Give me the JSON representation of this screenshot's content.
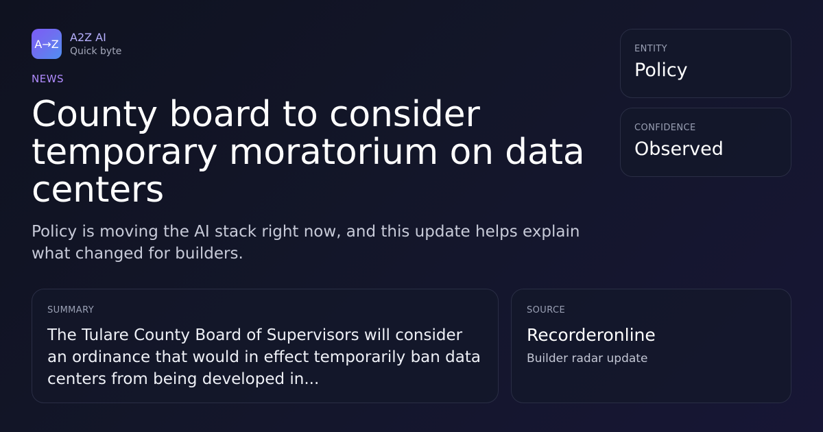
{
  "brand": {
    "logo_text": "A→Z",
    "name": "A2Z AI",
    "subtitle": "Quick byte"
  },
  "article": {
    "kicker": "NEWS",
    "headline": "County board to consider temporary moratorium on data centers",
    "dek": "Policy is moving the AI stack right now, and this update helps explain what changed for builders."
  },
  "entity": {
    "label": "ENTITY",
    "value": "Policy"
  },
  "confidence": {
    "label": "CONFIDENCE",
    "value": "Observed"
  },
  "summary": {
    "label": "SUMMARY",
    "text": "The Tulare County Board of Supervisors will consider an ordinance that would in effect temporarily ban data centers from being developed in..."
  },
  "source": {
    "label": "SOURCE",
    "name": "Recorderonline",
    "note": "Builder radar update"
  },
  "colors": {
    "background": "#131629",
    "accent": "#b18cff",
    "brand_name": "#b7b1ff",
    "logo_gradient_start": "#7b5cf6",
    "logo_gradient_end": "#4f8ff0"
  }
}
